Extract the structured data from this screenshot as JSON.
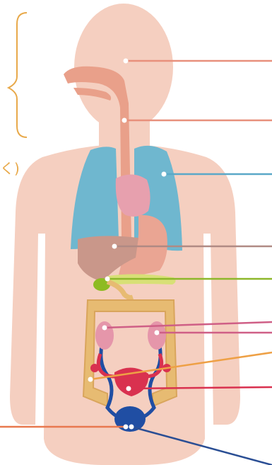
{
  "diagram": {
    "left_edge_text": "く)",
    "colors": {
      "body": "#f5cfc0",
      "body_shade": "#f1c2b1",
      "airway": "#e9a08a",
      "lungs": "#6fb7cf",
      "stomach": "#e7a0ae",
      "stomach_lower": "#eaa593",
      "liver": "#c9978a",
      "gallbladder": "#8dbb22",
      "pancreas": "#d8e077",
      "intestine": "#e7bb72",
      "kidneys": "#e596aa",
      "urinary_vessels_red": "#d9314f",
      "bladder_navy": "#204ea3",
      "bracket": "#e8a94a"
    },
    "leaders": [
      {
        "id": "nasal-cavity",
        "color": "#e8907c"
      },
      {
        "id": "esophagus",
        "color": "#e8907c"
      },
      {
        "id": "lung",
        "color": "#5aa8c8"
      },
      {
        "id": "liver",
        "color": "#b08a84"
      },
      {
        "id": "gallbladder",
        "color": "#8db72a"
      },
      {
        "id": "kidney-1",
        "color": "#cf5f86"
      },
      {
        "id": "kidney-2",
        "color": "#cf5f86"
      },
      {
        "id": "ureter",
        "color": "#eea045"
      },
      {
        "id": "reproductive",
        "color": "#d9314f"
      },
      {
        "id": "bladder-left",
        "color": "#e8794f"
      },
      {
        "id": "bladder-right",
        "color": "#2a4e94"
      }
    ]
  }
}
